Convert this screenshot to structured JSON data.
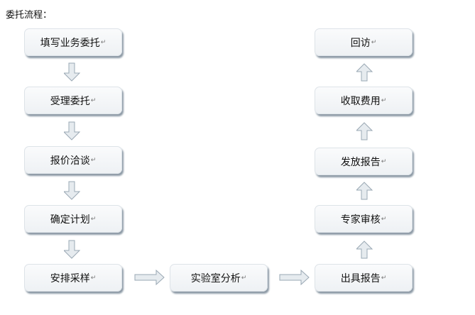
{
  "title": "委托流程：",
  "paragraph_mark": "↵",
  "left_steps": [
    "填写业务委托",
    "受理委托",
    "报价洽谈",
    "确定计划",
    "安排采样"
  ],
  "middle_step": "实验室分析",
  "right_steps": [
    "出具报告",
    "专家审核",
    "发放报告",
    "收取费用",
    "回访"
  ],
  "colors": {
    "arrow_fill": "#e6ebef",
    "arrow_stroke": "#9aa8b4",
    "box_shadow": "#8d9aa6"
  }
}
